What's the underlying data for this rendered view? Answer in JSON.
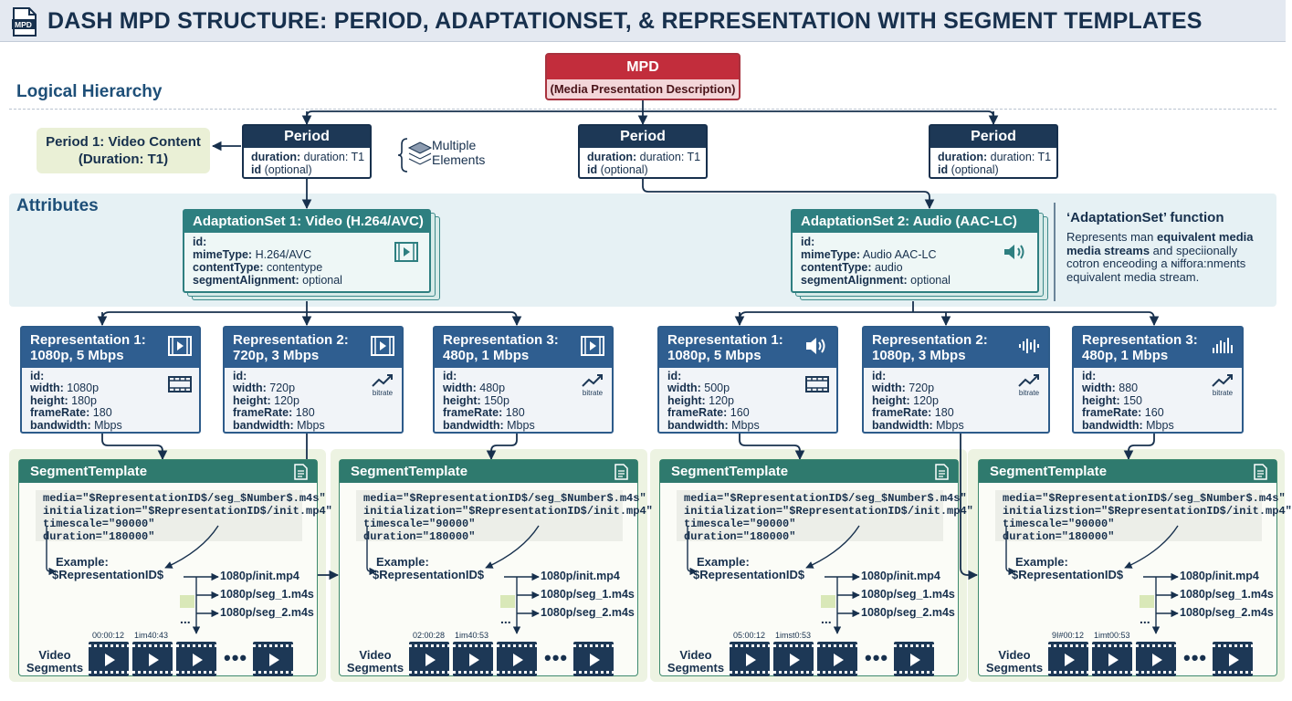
{
  "title": "DASH MPD STRUCTURE: PERIOD, ADAPTATIONSET, & REPRESENTATION WITH SEGMENT TEMPLATES",
  "header_icon_label": "MPD",
  "sections": {
    "logical": "Logical Hierarchy",
    "attributes": "Attributes"
  },
  "mpd": {
    "title": "MPD",
    "subtitle": "(Media Presentation Description)"
  },
  "period_callout": {
    "line1": "Period 1: Video Content",
    "line2": "(Duration: T1)"
  },
  "multiple_elements": {
    "line1": "Multiple",
    "line2": "Elements"
  },
  "periods": [
    {
      "title": "Period",
      "line1_key": "duration:",
      "line1_val": "duration: T1",
      "line2_key": "id",
      "line2_val": "(optional)"
    },
    {
      "title": "Period",
      "line1_key": "duration:",
      "line1_val": "duration: T1",
      "line2_key": "id",
      "line2_val": "(optional)"
    },
    {
      "title": "Period",
      "line1_key": "duration:",
      "line1_val": "duration: T1",
      "line2_key": "id",
      "line2_val": "(optional)"
    }
  ],
  "adaptation_sets": [
    {
      "title": "AdaptationSet 1: Video (H.264/AVC)",
      "rows": [
        {
          "k": "id:",
          "v": ""
        },
        {
          "k": "mimeType:",
          "v": "H.264/AVC"
        },
        {
          "k": "contentType:",
          "v": "contentype"
        },
        {
          "k": "segmentAlignment:",
          "v": "optional"
        }
      ]
    },
    {
      "title": "AdaptationSet 2: Audio (AAC-LC)",
      "rows": [
        {
          "k": "id:",
          "v": ""
        },
        {
          "k": "mimeType:",
          "v": "Audio AAC-LC"
        },
        {
          "k": "contentType:",
          "v": "audio"
        },
        {
          "k": "segmentAlignment:",
          "v": "optional"
        }
      ]
    }
  ],
  "adaptation_function": {
    "title": "‘AdaptationSet’ function",
    "line1_pre": "Represents man ",
    "line1_bold": "equivalent media",
    "line2_bold": "media streams",
    "line2_post": " and speciionally",
    "line3": "cotron enceoding a ɴiffora:nments",
    "line4": "equivalent media stream."
  },
  "representations": [
    {
      "title1": "Representation 1:",
      "title2": "1080p, 5 Mbps",
      "icon": "video-icon",
      "icon2": "film-icon",
      "icon2_label": "",
      "rows": [
        {
          "k": "id:",
          "v": ""
        },
        {
          "k": "width:",
          "v": "1080p"
        },
        {
          "k": "height:",
          "v": "180p"
        },
        {
          "k": "frameRate:",
          "v": "180"
        },
        {
          "k": "bandwidth:",
          "v": "Mbps"
        }
      ]
    },
    {
      "title1": "Representation 2:",
      "title2": "720p, 3 Mbps",
      "icon": "video-icon",
      "icon2": "bitrate-icon",
      "icon2_label": "bitrate",
      "rows": [
        {
          "k": "id:",
          "v": ""
        },
        {
          "k": "width:",
          "v": "720p"
        },
        {
          "k": "height:",
          "v": "120p"
        },
        {
          "k": "frameRate:",
          "v": "180"
        },
        {
          "k": "bandwidth:",
          "v": "Mbps"
        }
      ]
    },
    {
      "title1": "Representation 3:",
      "title2": "480p, 1 Mbps",
      "icon": "video-icon",
      "icon2": "bitrate-icon",
      "icon2_label": "bitrate",
      "rows": [
        {
          "k": "id:",
          "v": ""
        },
        {
          "k": "width:",
          "v": "480p"
        },
        {
          "k": "height:",
          "v": "150p"
        },
        {
          "k": "frameRate:",
          "v": "180"
        },
        {
          "k": "bandwidth:",
          "v": "Mbps"
        }
      ]
    },
    {
      "title1": "Representation 1:",
      "title2": "1080p, 5 Mbps",
      "icon": "speaker-icon",
      "icon2": "film-icon",
      "icon2_label": "",
      "rows": [
        {
          "k": "id:",
          "v": ""
        },
        {
          "k": "width:",
          "v": "500p"
        },
        {
          "k": "height:",
          "v": "120p"
        },
        {
          "k": "frameRate:",
          "v": "160"
        },
        {
          "k": "bandwidth:",
          "v": "Mbps"
        }
      ]
    },
    {
      "title1": "Representation 2:",
      "title2": "1080p, 3 Mbps",
      "icon": "audio-wave-icon",
      "icon2": "bitrate-icon",
      "icon2_label": "bitrate",
      "rows": [
        {
          "k": "id:",
          "v": ""
        },
        {
          "k": "width:",
          "v": "720p"
        },
        {
          "k": "height:",
          "v": "120p"
        },
        {
          "k": "frameRate:",
          "v": "180"
        },
        {
          "k": "bandwidth:",
          "v": "Mbps"
        }
      ]
    },
    {
      "title1": "Representation 3:",
      "title2": "480p, 1 Mbps",
      "icon": "audio-bars-icon",
      "icon2": "bitrate-icon",
      "icon2_label": "bitrate",
      "rows": [
        {
          "k": "id:",
          "v": ""
        },
        {
          "k": "width:",
          "v": "880"
        },
        {
          "k": "height:",
          "v": "150"
        },
        {
          "k": "frameRate:",
          "v": "160"
        },
        {
          "k": "bandwidth:",
          "v": "Mbps"
        }
      ]
    }
  ],
  "segment_templates": [
    {
      "title": "SegmentTemplate",
      "code": [
        "media=\"$RepresentationID$/seg_$Number$.m4s\"",
        "initialization=\"$RepresentationID$/init.mp4\"",
        "timescale=\"90000\"",
        "duration=\"180000\""
      ],
      "example1": "Example:",
      "example2": "$RepresentationID$",
      "outputs": [
        "1080p/init.mp4",
        "1080p/seg_1.m4s",
        "1080p/seg_2.m4s"
      ],
      "dots": "...",
      "seg_label1": "Video",
      "seg_label2": "Segments",
      "time1": "00:00:12",
      "time2": "1im40:43",
      "ellipsis": "•••"
    },
    {
      "title": "SegmentTemplate",
      "code": [
        "media=\"$RepresentationID$/seg_$Number$.m4s\"",
        "initialization=\"$RepresentationID$/init.mp4\"",
        "timescale=\"90000\"",
        "duration=\"180000\""
      ],
      "example1": "Example:",
      "example2": "$RepresentationID$",
      "outputs": [
        "1080p/init.mp4",
        "1080p/seg_1.m4s",
        "1080p/seg_2.m4s"
      ],
      "dots": "...",
      "seg_label1": "Video",
      "seg_label2": "Segments",
      "time1": "02:00:28",
      "time2": "1im40:53",
      "ellipsis": "•••"
    },
    {
      "title": "SegmentTemplate",
      "code": [
        "media=\"$RepresentationID$/seg_$Number$.m4s\"",
        "initialization=\"$RepresentationID$/init.mp4\"",
        "timescale=\"90000\"",
        "duration=\"180000\""
      ],
      "example1": "Example:",
      "example2": "$RepresentationID$",
      "outputs": [
        "1080p/init.mp4",
        "1080p/seg_1.m4s",
        "1080p/seg_2.m4s"
      ],
      "dots": "...",
      "seg_label1": "Video",
      "seg_label2": "Segments",
      "time1": "05:00:12",
      "time2": "1imst0:53",
      "ellipsis": "•••"
    },
    {
      "title": "SegmentTemplate",
      "code": [
        "media=\"$RepresentationID$/seg_$Number$.m4s\"",
        "initializstion=\"$RepresentationID$/init.mp4\"",
        "timescale=\"90000\"",
        "duration=\"180000\""
      ],
      "example1": "Example:",
      "example2": "$RepresentationID$",
      "outputs": [
        "1080p/init.mp4",
        "1080p/seg_1.m4s",
        "1080p/seg_2.m4s"
      ],
      "dots": "...",
      "seg_label1": "Video",
      "seg_label2": "Segments",
      "time1": "9I#00:12",
      "time2": "1imt00:53",
      "ellipsis": "•••"
    }
  ],
  "colors": {
    "mpd": "#c22d3c",
    "period": "#1d3856",
    "adaptation": "#2e7f80",
    "representation": "#2f5e90",
    "segment": "#2f7a6e"
  }
}
